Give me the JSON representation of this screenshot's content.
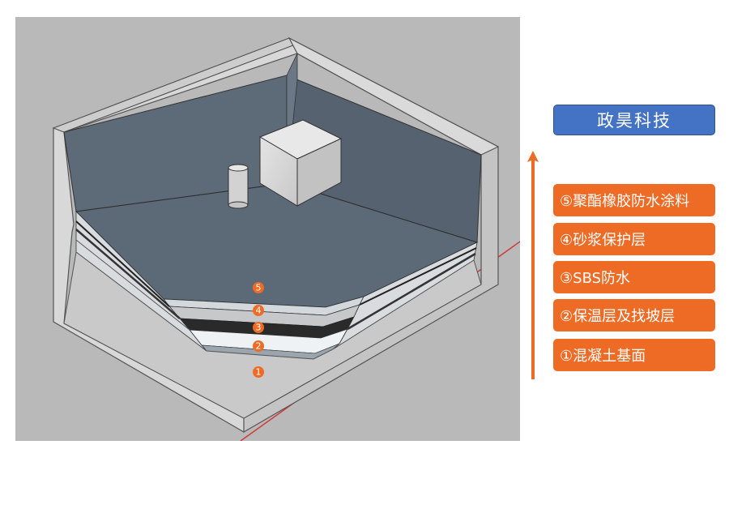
{
  "brand": {
    "label": "政昊科技",
    "color": "#4472c4"
  },
  "legend": {
    "color": "#ee6b25",
    "items": [
      {
        "label": "⑤聚酯橡胶防水涂料"
      },
      {
        "label": "④砂浆保护层"
      },
      {
        "label": "③SBS防水"
      },
      {
        "label": "②保温层及找坡层"
      },
      {
        "label": "①混凝土基面"
      }
    ]
  },
  "markers": [
    "5",
    "4",
    "3",
    "2",
    "1"
  ]
}
